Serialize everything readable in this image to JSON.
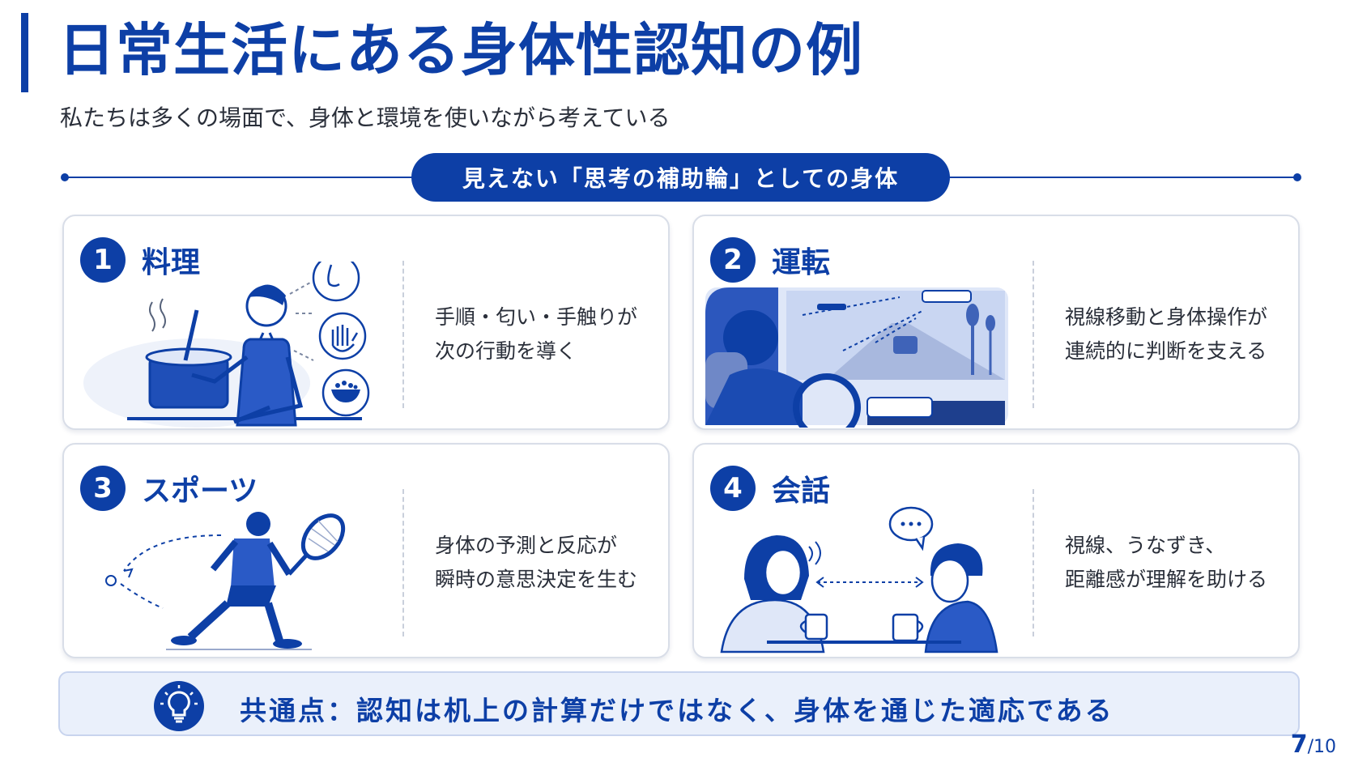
{
  "title": "日常生活にある身体性認知の例",
  "subtitle": "私たちは多くの場面で、身体と環境を使いながら考えている",
  "banner": "見えない「思考の補助輪」としての身体",
  "cards": [
    {
      "num": "1",
      "title": "料理",
      "lines": [
        "手順・匂い・手触りが",
        "次の行動を導く"
      ]
    },
    {
      "num": "2",
      "title": "運転",
      "lines": [
        "視線移動と身体操作が",
        "連続的に判断を支える"
      ]
    },
    {
      "num": "3",
      "title": "スポーツ",
      "lines": [
        "身体の予測と反応が",
        "瞬時の意思決定を生む"
      ]
    },
    {
      "num": "4",
      "title": "会話",
      "lines": [
        "視線、うなずき、",
        "距離感が理解を助ける"
      ]
    }
  ],
  "bottom": {
    "message": "共通点：認知は机上の計算だけではなく、身体を通じた適応である"
  },
  "pager": {
    "current": "7",
    "separator": "/",
    "total": "10"
  },
  "icons": [
    "nose-icon",
    "hand-icon",
    "rice-bowl-icon",
    "lightbulb-icon"
  ],
  "colors": {
    "accent": "#0d3fa6",
    "panel": "#eaf0fb",
    "light": "#c9d6f2"
  }
}
